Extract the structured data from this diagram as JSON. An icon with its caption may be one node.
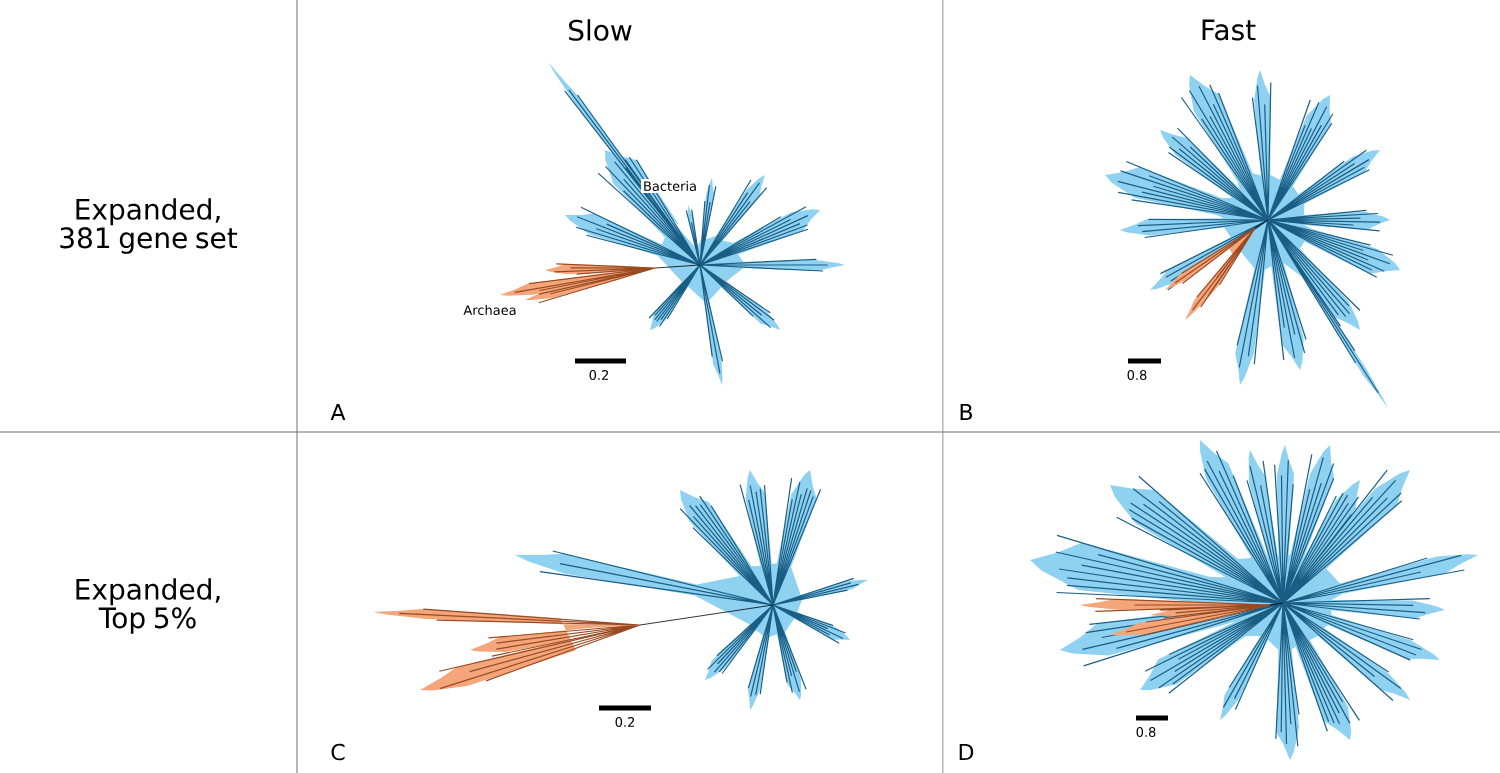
{
  "diagram": {
    "labels": [
      "Slow",
      "Fast",
      "Expanded, 381 gene set",
      "Bacteria",
      "Archaea",
      "0.2",
      "0.8",
      "A",
      "B",
      "Expanded, Top 5%",
      "0.2",
      "C",
      "0.8",
      "D"
    ]
  }
}
